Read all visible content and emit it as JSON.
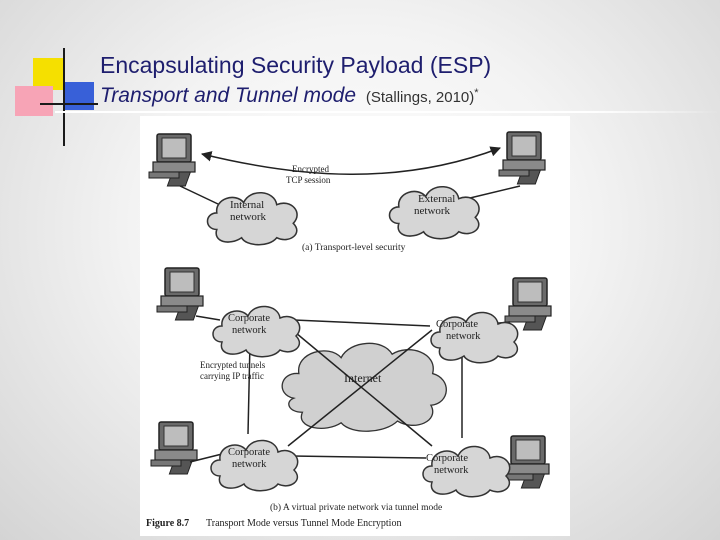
{
  "slide": {
    "title": "Encapsulating Security Payload (ESP)",
    "subtitle_main": "Transport and Tunnel mode",
    "subtitle_cite": "(Stallings, 2010)",
    "subtitle_mark": "*"
  },
  "figure": {
    "top": {
      "internal_line1": "Internal",
      "internal_line2": "network",
      "external_line1": "External",
      "external_line2": "network",
      "session_line1": "Encrypted",
      "session_line2": "TCP session",
      "caption": "(a) Transport-level security"
    },
    "bottom": {
      "corp_tl_line1": "Corporate",
      "corp_tl_line2": "network",
      "corp_tr_line1": "Corporate",
      "corp_tr_line2": "network",
      "corp_bl_line1": "Corporate",
      "corp_bl_line2": "network",
      "corp_br_line1": "Corporate",
      "corp_br_line2": "network",
      "internet": "Internet",
      "tunnels_line1": "Encrypted tunnels",
      "tunnels_line2": "carrying IP traffic",
      "caption": "(b) A virtual private network via tunnel mode"
    },
    "figure_number": "Figure 8.7",
    "figure_title": "Transport Mode versus Tunnel Mode Encryption"
  }
}
